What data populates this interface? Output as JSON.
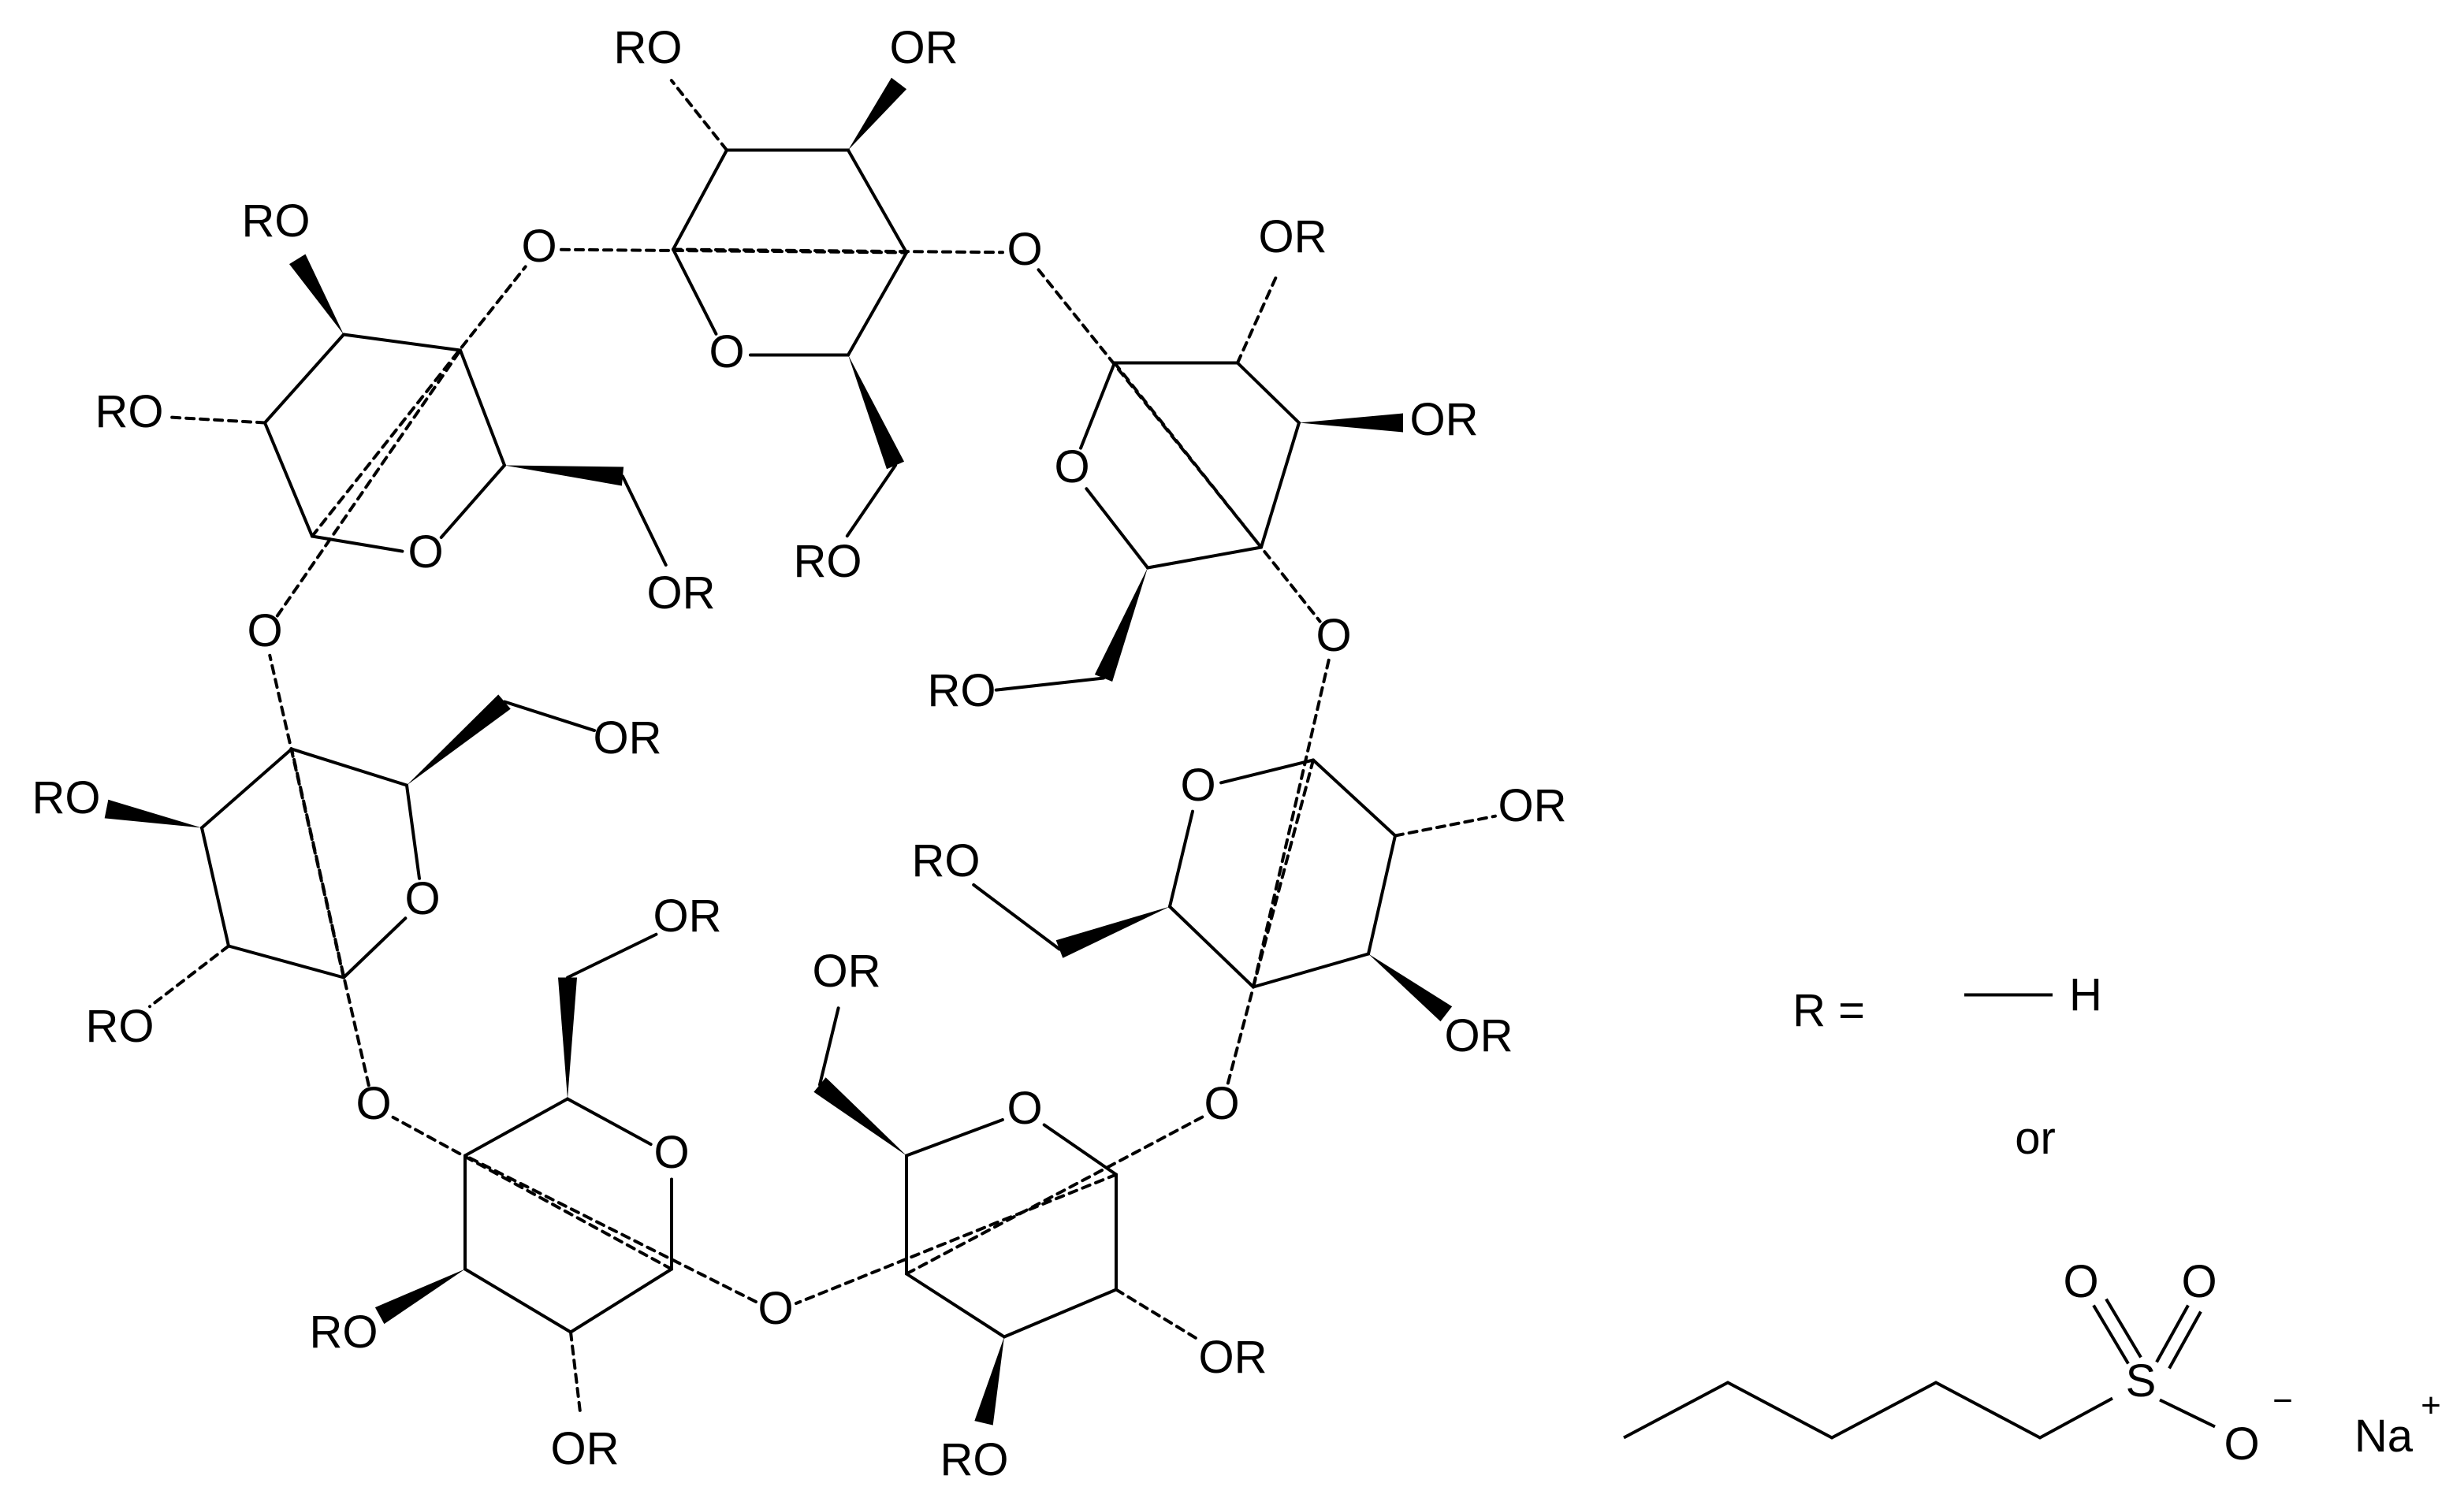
{
  "molecule": {
    "substituent": "OR",
    "substituent_rev": "RO",
    "ring_oxygen": "O",
    "glycosidic_oxygen": "O"
  },
  "legend": {
    "r_label": "R =",
    "h_label": "H",
    "or_label": "or",
    "sulfur": "S",
    "oxygen": "O",
    "charge_minus": "−",
    "counterion": "Na",
    "charge_plus": "+"
  }
}
